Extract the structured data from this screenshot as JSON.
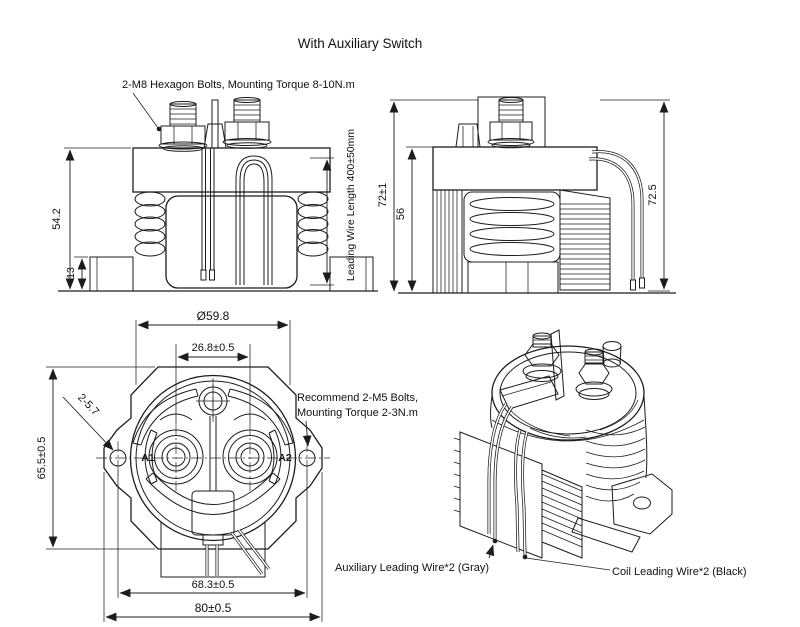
{
  "title": "With Auxiliary Switch",
  "colors": {
    "line": "#1c1c1c",
    "background": "#ffffff"
  },
  "front_view": {
    "note_m8": "2-M8 Hexagon Bolts, Mounting Torque 8-10N.m",
    "dim_body_height": "54.2",
    "dim_flange_height": "13",
    "note_wire_length": "Leading Wire Length 400±50mm"
  },
  "side_view": {
    "dim_overall_height": "72±1",
    "dim_body_height": "56",
    "dim_wire_height": "72.5"
  },
  "bottom_view": {
    "dim_diameter": "Ø59.8",
    "dim_terminal_spacing": "26.8±0.5",
    "dim_mount_holes": "2-5.7",
    "dim_plate_height": "65.5±0.5",
    "dim_hole_spacing": "68.3±0.5",
    "dim_overall_width": "80±0.5",
    "terminal_a1": "A1",
    "terminal_a2": "A2",
    "note_m5_line1": "Recommend 2-M5 Bolts,",
    "note_m5_line2": "Mounting Torque 2-3N.m"
  },
  "iso_view": {
    "label_aux_wire": "Auxiliary Leading Wire*2 (Gray)",
    "label_coil_wire": "Coil Leading Wire*2 (Black)"
  }
}
